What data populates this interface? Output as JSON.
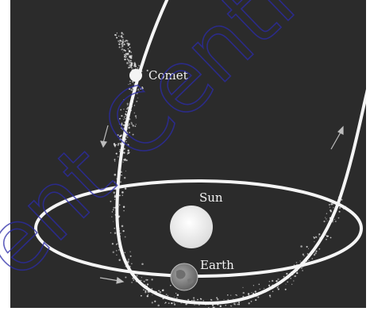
{
  "diagram": {
    "labels": {
      "comet": "Comet",
      "sun": "Sun",
      "earth": "Earth"
    },
    "watermark_text": "ent Centre",
    "colors": {
      "background": "#2b2b2b",
      "frame": "#ffffff",
      "orbit": "#f5f5f5",
      "sun": "#ededed",
      "earth": "#8a8a8a",
      "debris": "#dddddd",
      "watermark": "#2b2ba8"
    }
  }
}
